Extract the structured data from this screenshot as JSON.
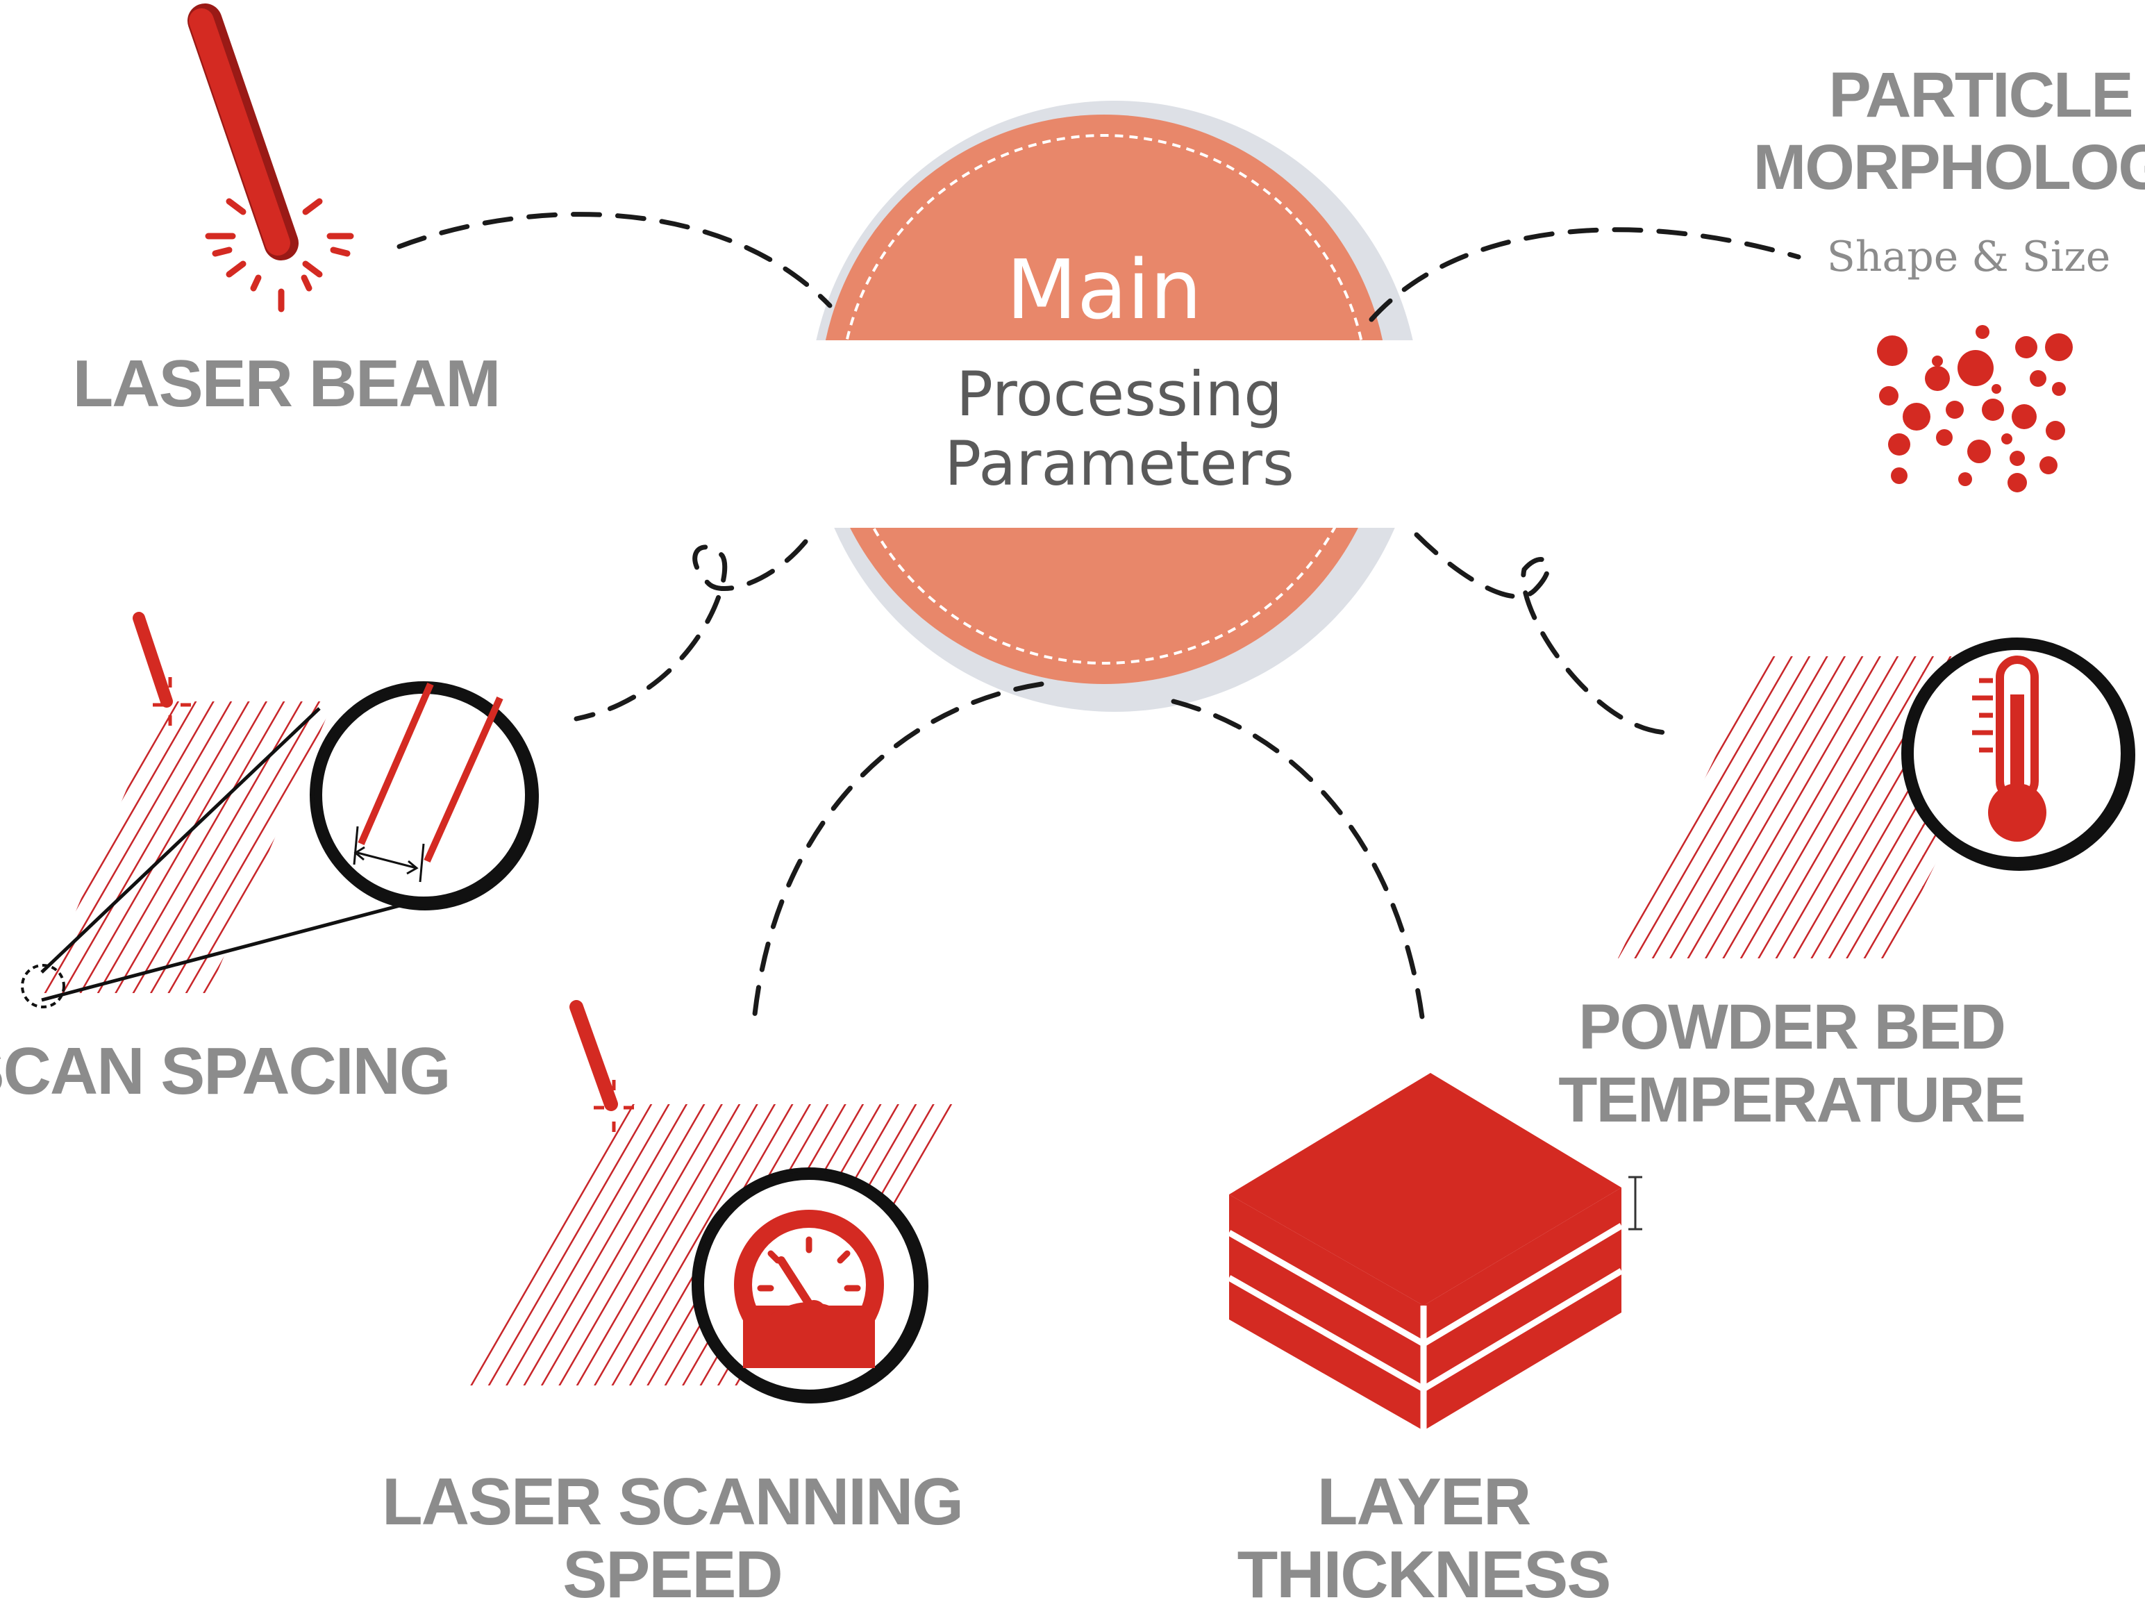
{
  "center": {
    "title": "Main",
    "subtitle_line1": "Processing",
    "subtitle_line2": "Parameters"
  },
  "parameters": {
    "laser_beam": {
      "label": "LASER BEAM",
      "icon": "laser-beam-icon"
    },
    "particle_morphology": {
      "label_line1": "PARTICLE",
      "label_line2": "MORPHOLOGY",
      "sublabel": "Shape & Size",
      "icon": "particles-icon"
    },
    "scan_spacing": {
      "label": "SCAN SPACING",
      "icon": "magnifier-icon"
    },
    "laser_scanning_speed": {
      "label_line1": "LASER SCANNING",
      "label_line2": "SPEED",
      "icon": "speedometer-icon"
    },
    "layer_thickness": {
      "label_line1": "LAYER",
      "label_line2": "THICKNESS",
      "icon": "layers-icon"
    },
    "powder_bed_temperature": {
      "label_line1": "POWDER BED",
      "label_line2": "TEMPERATURE",
      "icon": "thermometer-icon"
    }
  },
  "colors": {
    "accent_red": "#d42a22",
    "center_salmon": "#e8876a",
    "label_gray": "#8c8c8c",
    "outline_black": "#111111"
  }
}
